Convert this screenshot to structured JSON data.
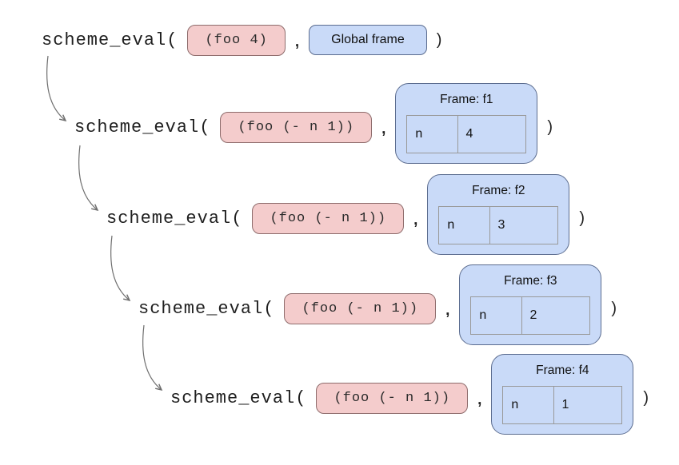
{
  "diagram": {
    "calls": [
      {
        "func": "scheme_eval(",
        "expr": "(foo 4)",
        "separator": ",",
        "close": ")",
        "env": {
          "type": "global",
          "label": "Global frame"
        }
      },
      {
        "func": "scheme_eval(",
        "expr": "(foo (- n 1))",
        "separator": ",",
        "close": ")",
        "env": {
          "type": "frame",
          "title": "Frame: f1",
          "binding": {
            "name": "n",
            "value": "4"
          }
        }
      },
      {
        "func": "scheme_eval(",
        "expr": "(foo (- n 1))",
        "separator": ",",
        "close": ")",
        "env": {
          "type": "frame",
          "title": "Frame: f2",
          "binding": {
            "name": "n",
            "value": "3"
          }
        }
      },
      {
        "func": "scheme_eval(",
        "expr": "(foo (- n 1))",
        "separator": ",",
        "close": ")",
        "env": {
          "type": "frame",
          "title": "Frame: f3",
          "binding": {
            "name": "n",
            "value": "2"
          }
        }
      },
      {
        "func": "scheme_eval(",
        "expr": "(foo (- n 1))",
        "separator": ",",
        "close": ")",
        "env": {
          "type": "frame",
          "title": "Frame: f4",
          "binding": {
            "name": "n",
            "value": "1"
          }
        }
      }
    ],
    "colors": {
      "expression_fill": "#f4cccc",
      "expression_border": "#8e6c6c",
      "frame_fill": "#c9daf8",
      "frame_border": "#5b6c8f",
      "table_border": "#999999",
      "arrow": "#6e6e6e",
      "text": "#1f1f1f"
    }
  }
}
